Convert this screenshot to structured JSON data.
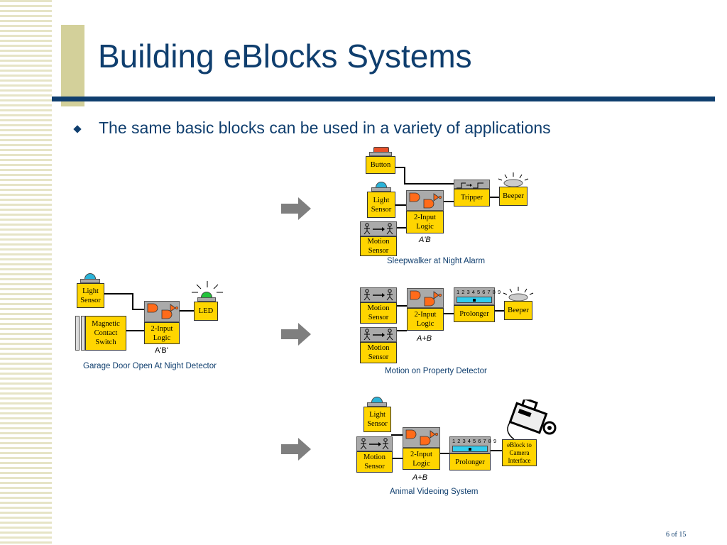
{
  "slide": {
    "title": "Building eBlocks Systems",
    "bullet": "The same basic blocks can be used in a variety of applications",
    "page": "6 of 15"
  },
  "diagrams": {
    "garage": {
      "light_sensor": "Light Sensor",
      "led": "LED",
      "magnetic": "Magnetic Contact Switch",
      "logic": "2-Input Logic",
      "expr": "A'B'",
      "caption": "Garage Door Open At Night Detector"
    },
    "sleepwalker": {
      "button": "Button",
      "light_sensor": "Light Sensor",
      "motion": "Motion Sensor",
      "logic": "2-Input Logic",
      "tripper": "Tripper",
      "beeper": "Beeper",
      "expr": "A'B",
      "caption": "Sleepwalker at Night Alarm"
    },
    "property": {
      "motion1": "Motion Sensor",
      "motion2": "Motion Sensor",
      "logic": "2-Input Logic",
      "prolonger": "Prolonger",
      "digits": "1 2 3 4 5 6 7 8 9",
      "beeper": "Beeper",
      "expr": "A+B",
      "caption": "Motion on Property Detector"
    },
    "animal": {
      "light_sensor": "Light Sensor",
      "motion": "Motion Sensor",
      "logic": "2-Input Logic",
      "prolonger": "Prolonger",
      "digits": "1 2 3 4 5 6 7 8 9",
      "camera": "eBlock to Camera Interface",
      "expr": "A+B",
      "caption": "Animal Videoing System"
    }
  },
  "colors": {
    "title": "#0f3e6e",
    "block": "#ffd500",
    "arrow": "#7f7f7f",
    "sensor_dome": "#2bb3d8",
    "led": "#22c33a"
  }
}
